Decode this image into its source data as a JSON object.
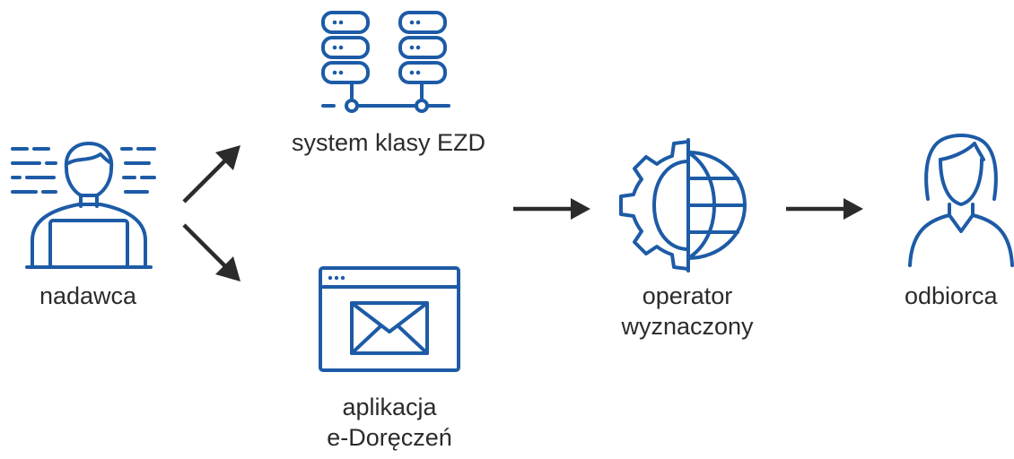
{
  "nodes": {
    "sender": {
      "label": "nadawca",
      "icon": "person-at-laptop-icon"
    },
    "ezd": {
      "label": "system klasy EZD",
      "icon": "server-rack-icon"
    },
    "app": {
      "line1": "aplikacja",
      "line2": "e-Doręczeń",
      "icon": "browser-envelope-icon"
    },
    "operator": {
      "line1": "operator",
      "line2": "wyznaczony",
      "icon": "gear-globe-icon"
    },
    "recipient": {
      "label": "odbiorca",
      "icon": "woman-user-icon"
    }
  },
  "colors": {
    "icon": "#1d5ba6",
    "arrow": "#2b2b2b",
    "text": "#2b2b2b"
  }
}
